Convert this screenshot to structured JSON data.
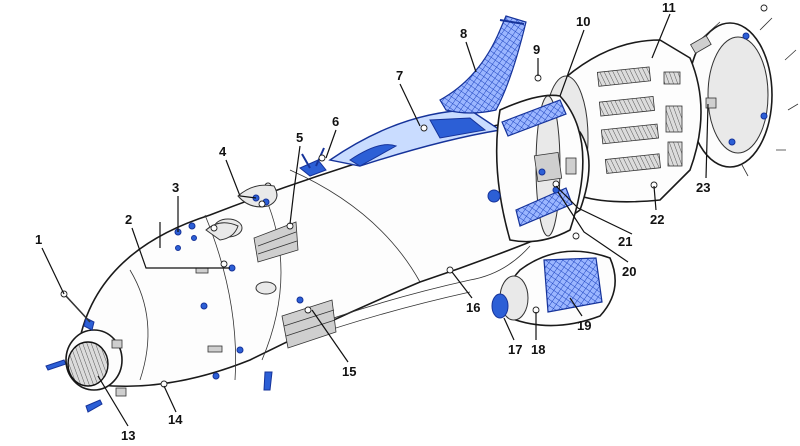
{
  "callouts": [
    {
      "id": "c1",
      "text": "1"
    },
    {
      "id": "c2",
      "text": "2"
    },
    {
      "id": "c3",
      "text": "3"
    },
    {
      "id": "c4",
      "text": "4"
    },
    {
      "id": "c5",
      "text": "5"
    },
    {
      "id": "c6",
      "text": "6"
    },
    {
      "id": "c7",
      "text": "7"
    },
    {
      "id": "c8",
      "text": "8"
    },
    {
      "id": "c9",
      "text": "9"
    },
    {
      "id": "c10",
      "text": "10"
    },
    {
      "id": "c11",
      "text": "11"
    },
    {
      "id": "c13",
      "text": "13"
    },
    {
      "id": "c14",
      "text": "14"
    },
    {
      "id": "c15",
      "text": "15"
    },
    {
      "id": "c16",
      "text": "16"
    },
    {
      "id": "c17",
      "text": "17"
    },
    {
      "id": "c18",
      "text": "18"
    },
    {
      "id": "c19",
      "text": "19"
    },
    {
      "id": "c20",
      "text": "20"
    },
    {
      "id": "c21",
      "text": "21"
    },
    {
      "id": "c22",
      "text": "22"
    },
    {
      "id": "c23",
      "text": "23"
    }
  ],
  "colors": {
    "accent_blue": "#2c5fd6",
    "ink": "#1a1a1a",
    "paper": "#ffffff"
  }
}
